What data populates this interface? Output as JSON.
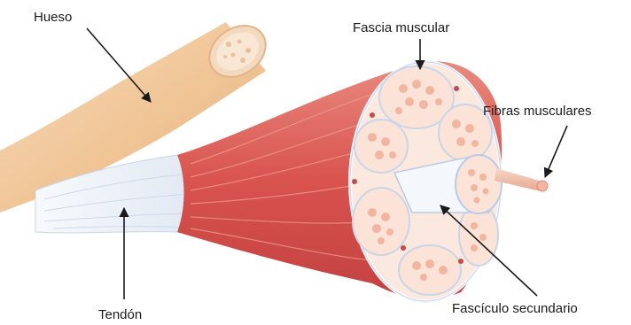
{
  "labels": {
    "bone": "Hueso",
    "fascia": "Fascia muscular",
    "fibers": "Fibras musculares",
    "tendon": "Tendón",
    "fascicle": "Fascículo secundario"
  },
  "colors": {
    "bone": "#f2caa0",
    "bone_marrow": "#f6e3cc",
    "tendon": "#eef2f8",
    "muscle": "#d9534f",
    "muscle_light": "#ec9a8e",
    "fascicle_fill": "#fbe3d8",
    "fiber_cell": "#f2b59f",
    "connective": "#b9cbe6",
    "leader_line": "#1a1a1a"
  }
}
